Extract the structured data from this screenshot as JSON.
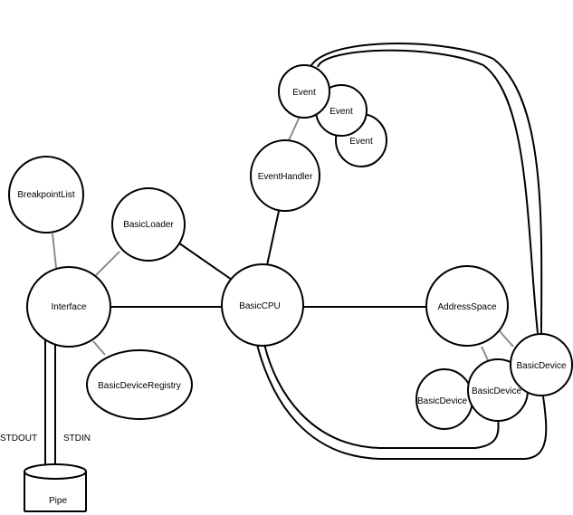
{
  "nodes": {
    "breakpoint_list": "BreakpointList",
    "basic_loader": "BasicLoader",
    "interface": "Interface",
    "basic_device_registry": "BasicDeviceRegistry",
    "event_1": "Event",
    "event_2": "Event",
    "event_3": "Event",
    "event_handler": "EventHandler",
    "basic_cpu": "BasicCPU",
    "address_space": "AddressSpace",
    "basic_device_1": "BasicDevice",
    "basic_device_2": "BasicDevice",
    "basic_device_3": "BasicDevice",
    "pipe": "Pipe"
  },
  "edge_labels": {
    "stdout": "STDOUT",
    "stdin": "STDIN"
  },
  "colors": {
    "background": "#ffffff",
    "stroke": "#000000",
    "weak_edge": "#8c8c8c"
  }
}
